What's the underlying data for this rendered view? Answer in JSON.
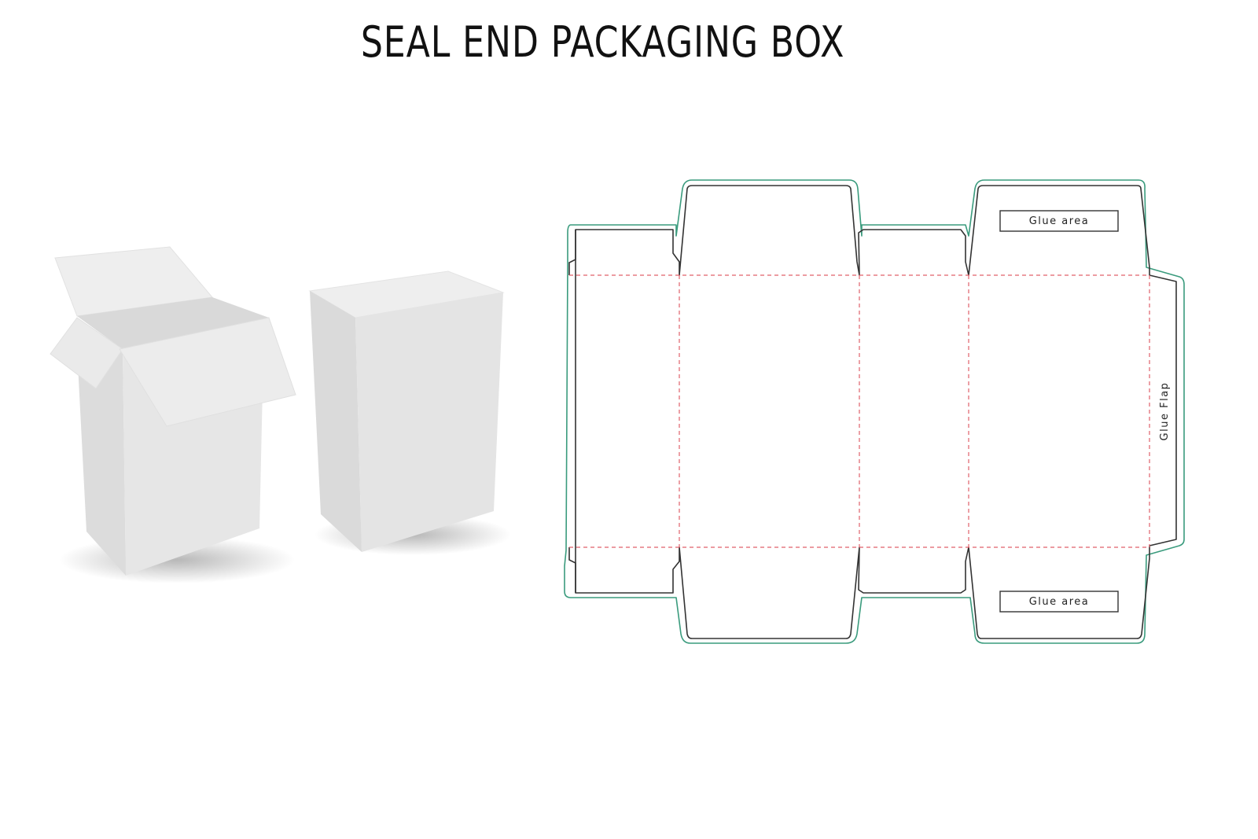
{
  "title": "SEAL END PACKAGING BOX",
  "labels": {
    "glue_area_top": "Glue area",
    "glue_area_bottom": "Glue area",
    "glue_flap": "Glue Flap"
  },
  "colors": {
    "bleed_line": "#3a9b7d",
    "cut_line": "#333333",
    "fold_line": "#e0606a",
    "box_face_light": "#ececec",
    "box_face_mid": "#e2e2e2",
    "box_face_dark": "#d6d6d6"
  }
}
